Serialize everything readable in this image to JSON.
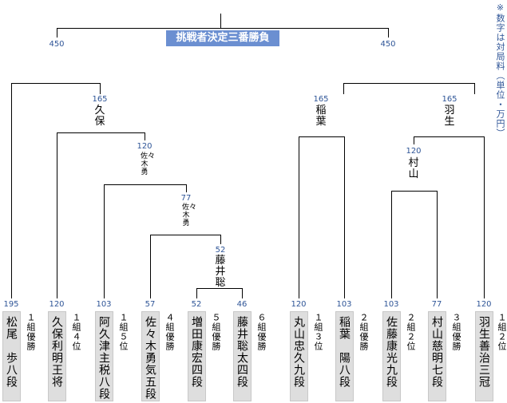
{
  "title": "挑戦者決定三番勝負",
  "note": "※数字は対局料（単位・万円）",
  "final": {
    "left_fee": "450",
    "right_fee": "450"
  },
  "players": [
    {
      "name": "松尾　歩八段",
      "rec": "１組優勝",
      "fee": "195"
    },
    {
      "name": "久保利明王将",
      "rec": "１組４位",
      "fee": "120"
    },
    {
      "name": "阿久津主税八段",
      "rec": "１組５位",
      "fee": "103"
    },
    {
      "name": "佐々木勇気五段",
      "rec": "４組優勝",
      "fee": "57"
    },
    {
      "name": "増田康宏四段",
      "rec": "５組優勝",
      "fee": "52"
    },
    {
      "name": "藤井聡太四段",
      "rec": "６組優勝",
      "fee": "46"
    },
    {
      "name": "丸山忠久九段",
      "rec": "１組３位",
      "fee": "120"
    },
    {
      "name": "稲葉　陽八段",
      "rec": "２組優勝",
      "fee": "103"
    },
    {
      "name": "佐藤康光九段",
      "rec": "２組２位",
      "fee": "103"
    },
    {
      "name": "村山慈明七段",
      "rec": "３組優勝",
      "fee": "77"
    },
    {
      "name": "羽生善治三冠",
      "rec": "１組２位",
      "fee": "120"
    }
  ],
  "matches": [
    {
      "fee": "52",
      "winner": "藤井聡"
    },
    {
      "fee": "77",
      "winner": "佐々木勇"
    },
    {
      "fee": "120",
      "winner": "佐々木勇"
    },
    {
      "fee": "165",
      "winner": "久保"
    },
    {
      "fee": "165",
      "winner": "稲葉"
    },
    {
      "fee": "120",
      "winner": "村山"
    },
    {
      "fee": "165",
      "winner": "羽生"
    }
  ]
}
